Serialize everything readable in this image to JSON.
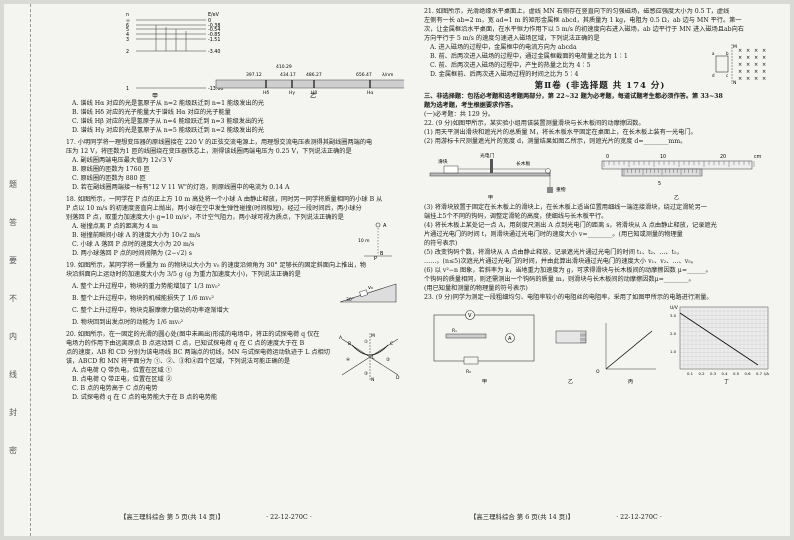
{
  "binding": {
    "chars": [
      "题",
      "答",
      "要",
      "不",
      "内",
      "线",
      "封",
      "密"
    ]
  },
  "left": {
    "fig16": {
      "levels": [
        {
          "n": "n",
          "e": "E/eV"
        },
        {
          "n": "∞",
          "e": "0"
        },
        {
          "n": "6",
          "e": "-0.38"
        },
        {
          "n": "5",
          "e": "-0.54"
        },
        {
          "n": "4",
          "e": "-0.85"
        },
        {
          "n": "3",
          "e": "-1.51"
        },
        {
          "n": "2",
          "e": "-3.40"
        },
        {
          "n": "1",
          "e": "-13.60"
        }
      ],
      "spectrum": [
        "410.29",
        "434.17",
        "486.27",
        "656.47",
        "397.12"
      ],
      "unit": "λ/nm",
      "lines": [
        "Hδ",
        "Hγ",
        "Hβ",
        "Hα"
      ],
      "jia": "甲",
      "yi": "乙"
    },
    "q16opts": [
      "A. 谱线 Hα 对应的光是氢原子从 n=2 能级跃迁到 n=1 能级发出的光",
      "B. 谱线 Hδ 对应的光子能量大于谱线 Hα 对应的光子能量",
      "C. 谱线 Hβ 对应的光是氢原子从 n=4 能级跃迁到 n=3 能级发出的光",
      "D. 谱线 Hγ 对应的光是氢原子从 n=5 能级跃迁到 n=2 能级发出的光"
    ],
    "q17": [
      "17. 小明同学将一理想变压器的原线圈接在 220 V 的正弦交流电源上，用理想交流电压表测得其副线圈两端的电",
      "压为 12 V，将匝数为1 匝的线圈绕在变压器铁芯上，测得该线圈两端电压为 0.25 V，下列说法正确的是",
      "A. 副线圈两端电压最大值为 12√3 V",
      "B. 原线圈的匝数为 1760 匝",
      "C. 原线圈的匝数为 880 匝",
      "D. 若在副线圈两端接一标有\"12 V  11 W\"的灯泡，则原线圈中的电流为 0.14 A"
    ],
    "q18": [
      "18. 如图所示，一同学在 P 点的正上方 10 m 高处将一个小球 A 由静止释放，同时另一同学将质量相同的小球 B 从",
      "P 点以 10 m/s 的初速度竖直向上抛出，两小球在空中发生弹性碰撞(时间极短)，经过一段时间后，两小球分",
      "别落回 P 点，取重力加速度大小 g=10 m/s²，不计空气阻力，两小球可视为质点，下列说法正确的是",
      "A. 碰撞点离 P 点的距离为 4 m",
      "B. 碰撞前瞬间小球 A 的速度大小为 10√2 m/s",
      "C. 小球 A 落回 P 点时的速度大小为 20 m/s",
      "D. 两小球落回 P 点的时间间隔为 (2−√2) s"
    ],
    "q18fig": {
      "A": "A",
      "P": "P",
      "h": "10 m",
      "B": "B"
    },
    "q19": [
      "19. 如图所示，某同学将一质量为 m 的物块以大小为 v₀ 的速度沿倾角为 30° 足够长的固定斜面向上推出，物",
      "块沿斜面向上运动时的加速度大小为 3/5 g (g 为重力加速度大小)，下列说法正确的是",
      "A. 整个上升过程中，物块的重力势能增加了 1/3 mv₀²",
      "B. 整个上升过程中，物块的机械能损失了 1/6 mv₀²",
      "C. 整个上升过程中，物块克服摩擦力做功的功率逐渐增大",
      "D. 物块回到出发点时的动能为 1/6 mv₀²"
    ],
    "q19fig": {
      "v0": "v₀",
      "angle": "30°"
    },
    "q20": [
      "20. 如图所示，在一固定的光滑的圆心处(图中未画出)形成的电场中，将正的试探电荷 q 仅在",
      "电场力的作用下由远离原点 B 点运动到 C 点，已知试探电荷 q 在 C 点的速度大于在 B",
      "点的速度，AB 和 CD 分别为该电场线 BC 两端点的切线，MN 与试探电荷运动轨迹于 L 点相切",
      "该，ABCD 和 MN 将平面分为 ①、②、③和④四个区域，下列说法可能正确的是",
      "A. 点电荷 Q 带负电，位置在区域 ①",
      "B. 点电荷 Q 带正电，位置在区域 ②",
      "C. B 点的电势高于 C 点的电势",
      "D. 试探电荷 q 在 C 点的电势能大于在 B 点的电势能"
    ],
    "q20fig": {
      "r1": "①",
      "r2": "②",
      "r3": "③",
      "r4": "④",
      "A": "A",
      "B": "B",
      "C": "C",
      "D": "D",
      "M": "M",
      "N": "N",
      "L": "L"
    },
    "footer": {
      "label": "【高三理科综合",
      "page": "第 5 页(共 14 页)】",
      "code": "· 22-12-270C ·"
    }
  },
  "right": {
    "q21": [
      "21. 如图所示，光滑绝缘水平桌面上，虚线 MN 右侧存在竖直向下的匀强磁场，磁感应强度大小为 0.5 T，虚线",
      "左侧有一长 ab=2 m，宽 ad=1 m 的矩形金属框 abcd，其质量为 1 kg，电阻为 0.5 Ω，ab 边与 MN 平行。第一",
      "次，让金属框沿水平桌面，在水平恒力作用下以 5 m/s 的初速度向右进入磁场，ab 边平行于 MN 进入磁场且ab向右",
      "方向平行于 5 m/s 的速度匀速进入磁场区域，下列说法正确的是",
      "A. 进入磁场的过程中，金属框中的电流方向为 abcda",
      "B. 前、后两次进入磁场的过程中，通过金属框截面的电荷量之比为 1∶1",
      "C. 前、后两次进入磁场的过程中，产生的热量之比为 4∶5",
      "D. 金属框前、后两次进入磁场过程的时间之比为 5∶4"
    ],
    "q21fig": {
      "M": "M",
      "N": "N",
      "a": "a",
      "b": "b",
      "c": "c",
      "d": "d",
      "x": "×"
    },
    "sectionTitle": "第Ⅱ卷  (非选择题  共 174 分)",
    "sec3": [
      "三、非选择题：包括必考题和选考题两部分，第 22~32 题为必考题，每道试题考生都必须作答。第 33~38",
      "题为选考题，考生根据要求作答。",
      "(一)必考题：共 129 分。"
    ],
    "q22": [
      "22. (9 分)如图甲所示，某实验小组用该装置测量滑块与长木板间的动摩擦因数。",
      "(1) 用天平测出滑块和遮光片的总质量 M，将长木板水平固定在桌面上，在长木板上装有一光电门。",
      "(2) 用游标卡尺测量遮光片的宽度 d，测量结果如图乙所示，则遮光片的宽度 d=________mm。"
    ],
    "q22fig": {
      "gate": "光电门",
      "slider": "滑块",
      "board": "长木板",
      "weight": "重物",
      "jia": "甲",
      "yi": "乙",
      "s10": "10",
      "s20": "20",
      "s0": "0",
      "cm": "cm",
      "s5": "5"
    },
    "q22b": [
      "(3) 将滑块放置于固定在长木板上的滑块上，在长木板上适当位置用细线一端连接滑块，绕过定滑轮另一",
      "端挂上5个不同的钩码，调整定滑轮的高度，使细线与长木板平行。",
      "(4) 将长木板上某处记一点 A，用刻度尺测出 A 点到光电门的距离 s，将滑块从 A 点由静止释放，记录遮光",
      "片通过光电门的时间 t，则滑块通过光电门时的速度大小 v=________。(用已知或测量的物理量",
      "的符号表示)",
      "(5) 改变钩码个数，将滑块从 A 点由静止释放，记录遮光片通过光电门的时间 t₁、t₂、…、t₅，",
      "……，(n≤5)次遮光片通过光电门的时间，并由此算出滑块通过光电门的速度大小 v₁、v₂、…、v₅。",
      "(6) 以 v²−n 图象，若斜率为 k，当地重力加速度为 g，可求得滑块与长木板间的动摩擦因数 μ=______。",
      "个钩码的质量相同，则还需测出一个钩码的质量 m，则滑块与长木板间的动摩擦因数μ=________。",
      "(用已知量和测量的物理量的符号表示)"
    ],
    "q23": [
      "23. (9 分)同学为测定一段粗细均匀、电阻率较小的电阻丝的电阻率，采用了如图甲所示的电路进行测量。"
    ],
    "q23fig": {
      "jia": "甲",
      "yi": "乙",
      "bing": "丙",
      "ding": "丁",
      "V": "V",
      "A": "A",
      "R0": "R₀",
      "Rx": "Rₓ",
      "U": "U/V",
      "I": "I/A",
      "ticks": [
        "0.1",
        "0.2",
        "0.3",
        "0.4",
        "0.5",
        "0.6",
        "0.7"
      ],
      "yticks": [
        "1.0",
        "2.0",
        "3.0"
      ],
      "O": "O"
    },
    "footer": {
      "label": "【高三理科综合",
      "page": "第 6 页(共 14 页)】",
      "code": "· 22-12-270C ·"
    }
  }
}
